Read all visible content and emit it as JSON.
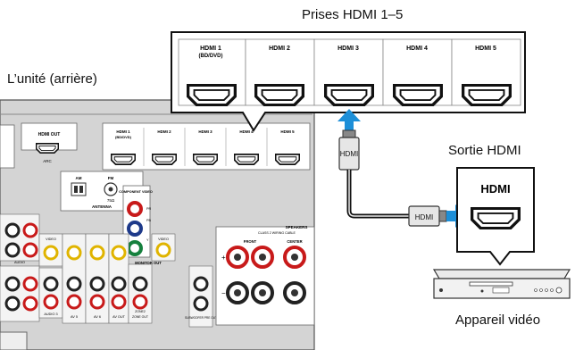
{
  "captions": {
    "hdmi_jacks": "Prises HDMI 1–5",
    "unit_rear": "L’unité (arrière)",
    "hdmi_output": "Sortie HDMI",
    "video_device": "Appareil vidéo"
  },
  "zoom_panel": {
    "jacks": [
      {
        "name": "HDMI 1",
        "sub": "(BD/DVD)"
      },
      {
        "name": "HDMI 2",
        "sub": ""
      },
      {
        "name": "HDMI 3",
        "sub": ""
      },
      {
        "name": "HDMI 4",
        "sub": ""
      },
      {
        "name": "HDMI 5",
        "sub": ""
      }
    ]
  },
  "receiver": {
    "hdmi_out": "HDMI OUT",
    "arc": "ARC",
    "jacks": [
      {
        "name": "HDMI 1",
        "sub": "(BD/DVD)"
      },
      {
        "name": "HDMI 2",
        "sub": ""
      },
      {
        "name": "HDMI 3",
        "sub": ""
      },
      {
        "name": "HDMI 4",
        "sub": ""
      },
      {
        "name": "HDMI 5",
        "sub": ""
      }
    ],
    "am": "AM",
    "fm": "FM",
    "ohm": "75Ω",
    "antenna": "ANTENNA",
    "component_video": "COMPONENT VIDEO",
    "pb": "PB",
    "pr": "PR",
    "y": "Y",
    "monitor_out": "MONITOR OUT",
    "video": "VIDEO",
    "audio": "AUDIO",
    "audio3": "AUDIO 3",
    "av5": "AV 5",
    "av6": "AV 6",
    "av_out": "AV OUT",
    "zone_out": "ZONE OUT",
    "zone2": "ZONE2",
    "subwoofer_pre_out": "SUBWOOFER PRE OUT",
    "speakers": "SPEAKERS",
    "class2": "CLASS 2 WIRING CABLE",
    "front": "FRONT",
    "center": "CENTER",
    "plus": "+",
    "minus": "−"
  },
  "cable": {
    "plug_label_top": "HDMI",
    "plug_label_right": "HDMI"
  },
  "device_box": {
    "title": "HDMI"
  }
}
